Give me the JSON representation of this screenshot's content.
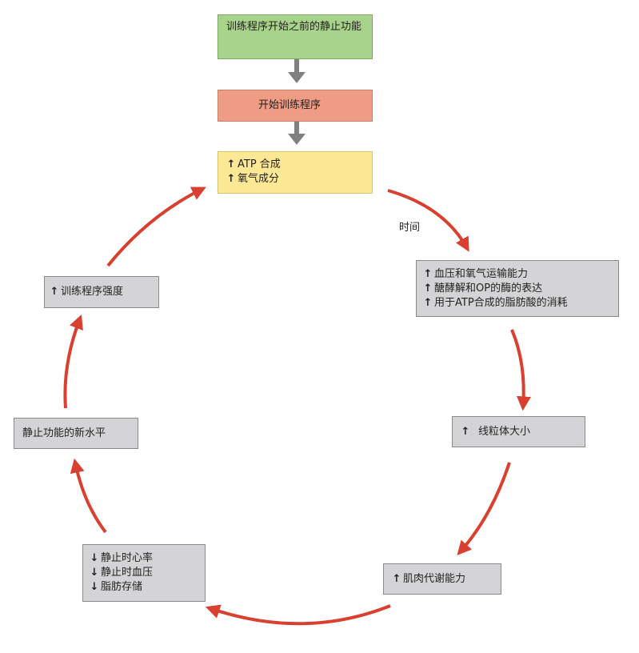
{
  "boxes": {
    "resting_before": {
      "text": "训练程序开始之前的静止功能"
    },
    "start_program": {
      "text": "开始训练程序"
    },
    "atp": {
      "lines": [
        "ATP 合成",
        "氧气成分"
      ],
      "arrows": [
        "↑",
        "↑"
      ]
    },
    "blood": {
      "lines": [
        "血压和氧气运输能力",
        "醣酵解和OP的酶的表达",
        "用于ATP合成的脂肪酸的消耗"
      ],
      "arrows": [
        "↑",
        "↑",
        "↑"
      ]
    },
    "mito": {
      "text": "线粒体大小",
      "arrow": "↑"
    },
    "metabolic": {
      "text": "肌肉代谢能力",
      "arrow": "↑"
    },
    "resting_vitals": {
      "lines": [
        "静止时心率",
        "静止时血压",
        "脂肪存储"
      ],
      "arrows": [
        "↓",
        "↓",
        "↓"
      ]
    },
    "new_level": {
      "text": "静止功能的新水平"
    },
    "intensity": {
      "text": "训练程序强度",
      "arrow": "↑"
    }
  },
  "time_label": "时间",
  "colors": {
    "cycle_arrow": "#d9402f",
    "flow_arrow": "#808080"
  }
}
